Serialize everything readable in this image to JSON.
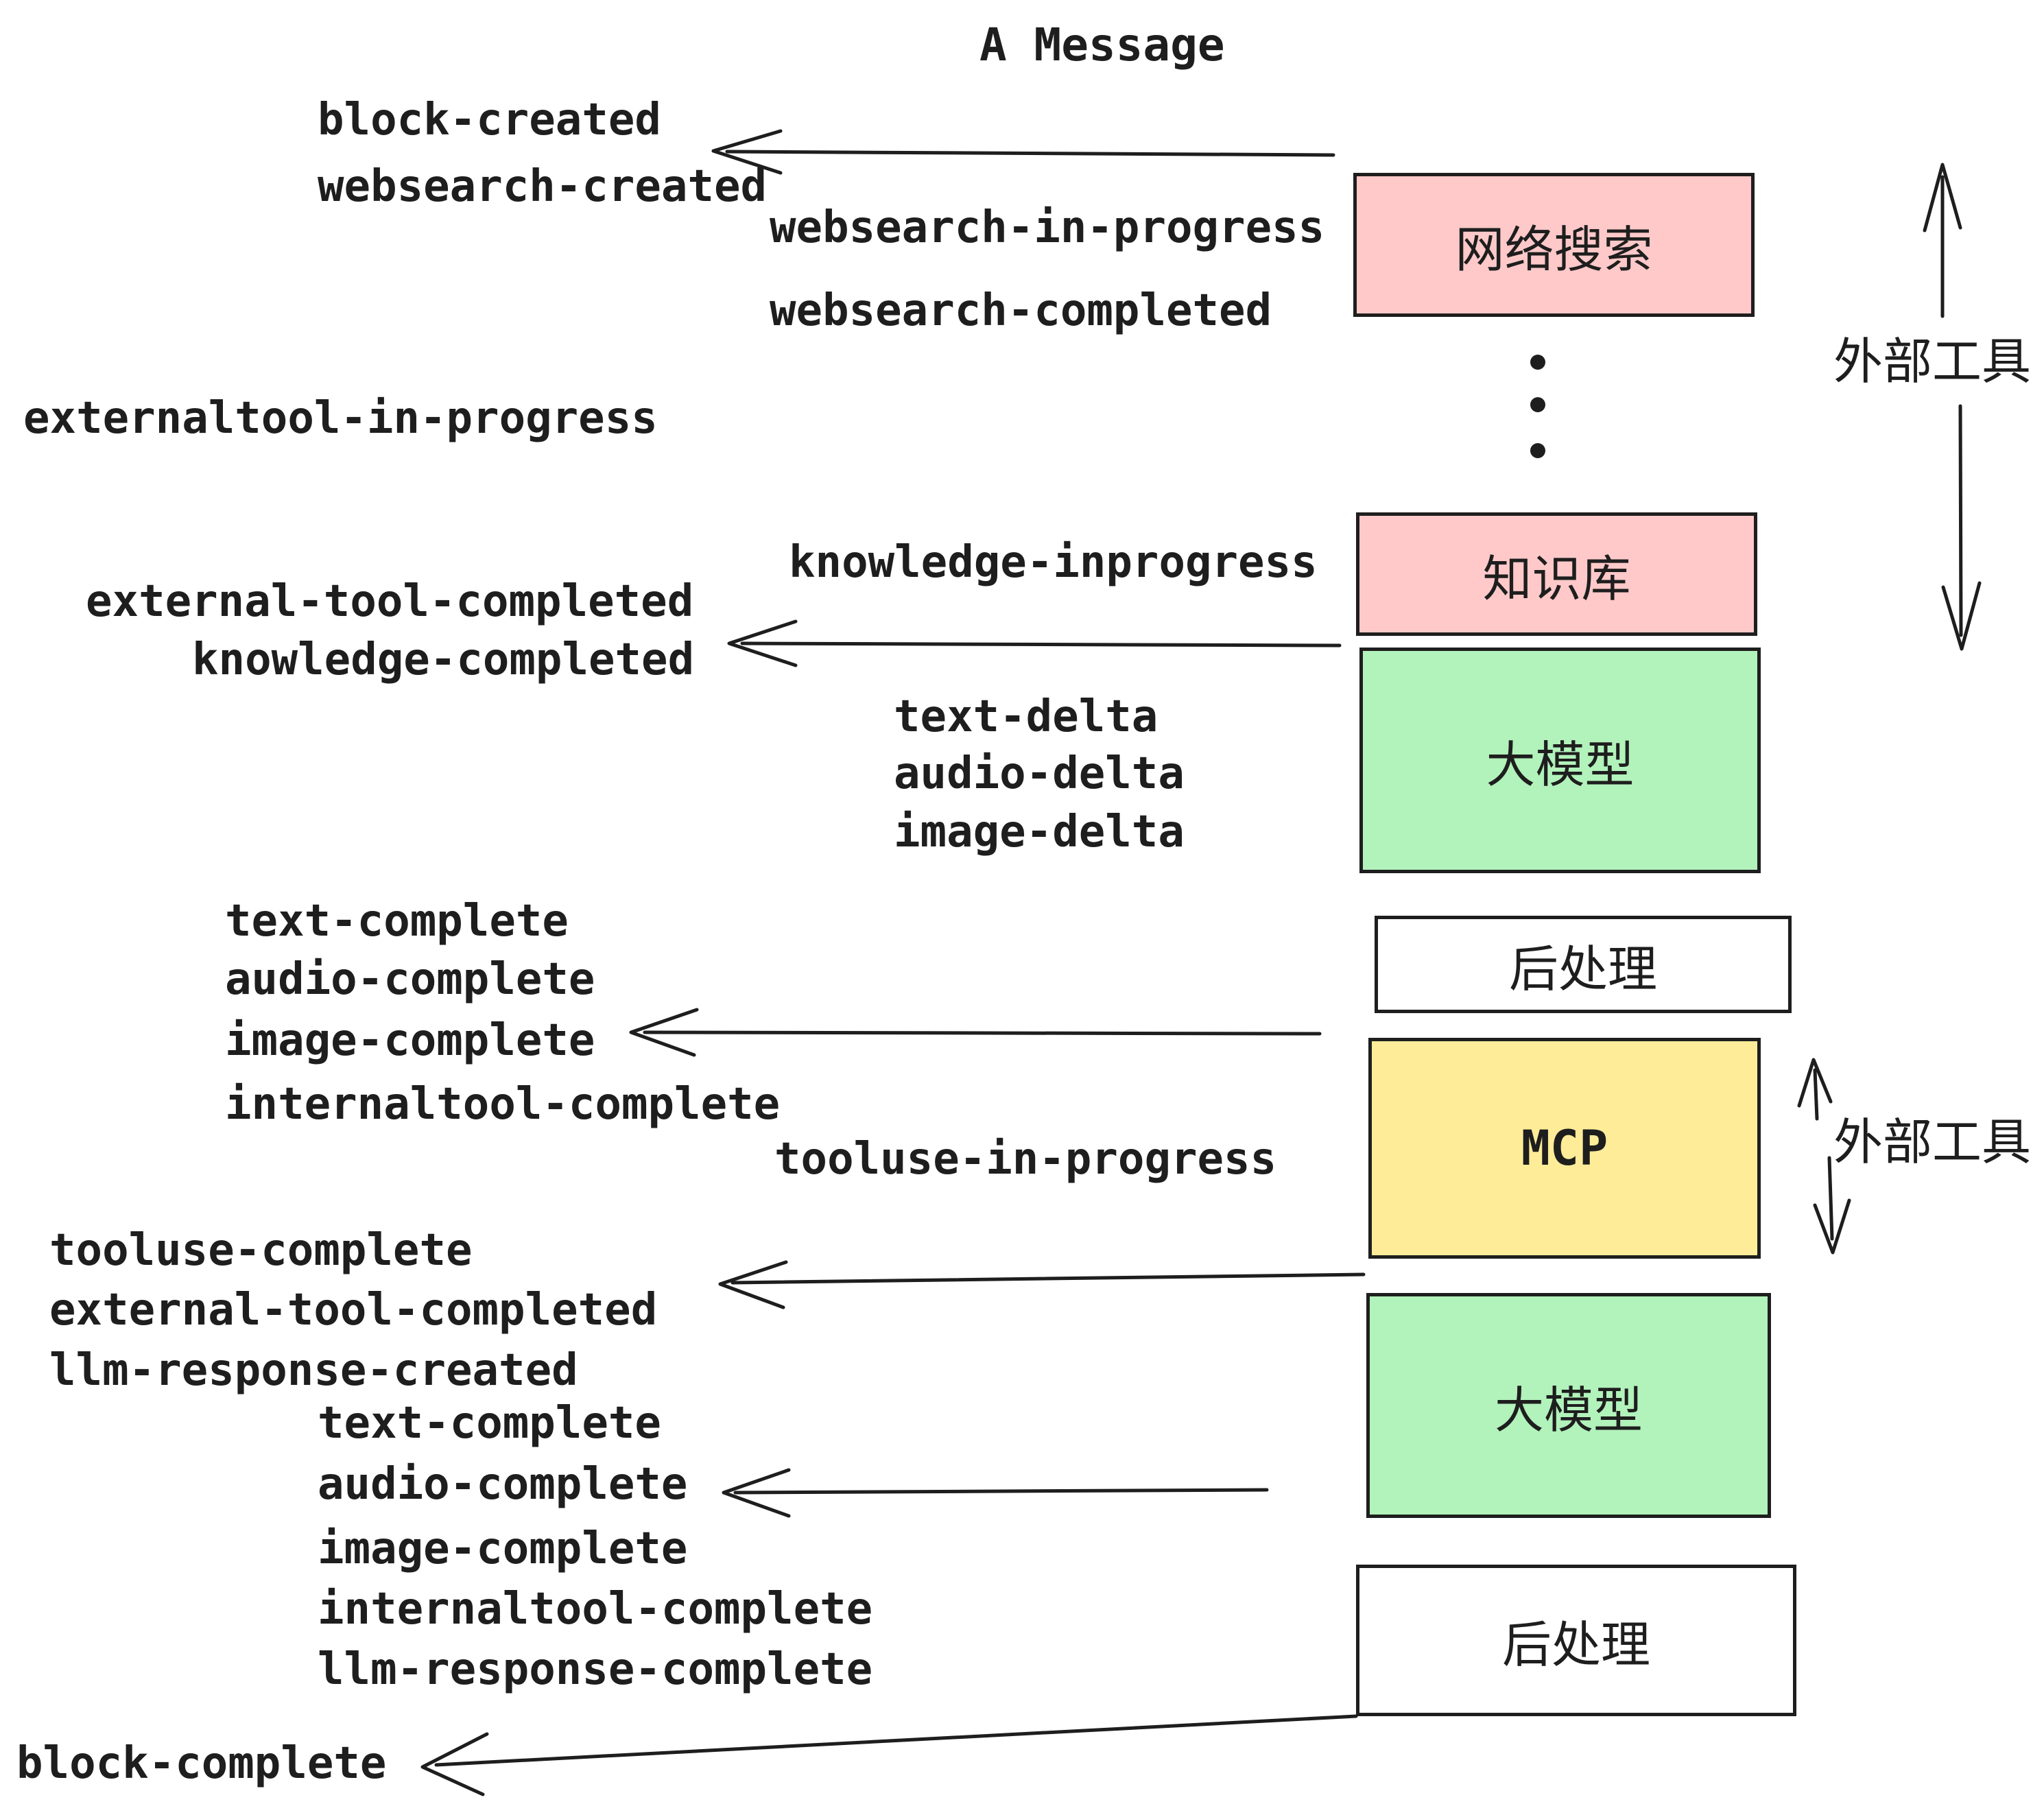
{
  "title": "A Message",
  "events": {
    "block_created": "block-created",
    "websearch_created": "websearch-created",
    "websearch_in_progress": "websearch-in-progress",
    "websearch_completed": "websearch-completed",
    "externaltool_in_progress": "externaltool-in-progress",
    "knowledge_inprogress": "knowledge-inprogress",
    "external_tool_completed": "external-tool-completed",
    "knowledge_completed": "knowledge-completed",
    "text_delta": "text-delta",
    "audio_delta": "audio-delta",
    "image_delta": "image-delta",
    "text_complete": "text-complete",
    "audio_complete": "audio-complete",
    "image_complete": "image-complete",
    "internaltool_complete": "internaltool-complete",
    "tooluse_in_progress": "tooluse-in-progress",
    "tooluse_complete": "tooluse-complete",
    "llm_response_created": "llm-response-created",
    "llm_response_complete": "llm-response-complete",
    "block_complete": "block-complete"
  },
  "boxes": [
    {
      "label": "网络搜索",
      "fill": "#ffc9c9"
    },
    {
      "label": "知识库",
      "fill": "#ffc9c9"
    },
    {
      "label": "大模型",
      "fill": "#b2f2bb"
    },
    {
      "label": "后处理",
      "fill": "#ffffff"
    },
    {
      "label": "MCP",
      "fill": "#ffec99"
    },
    {
      "label": "大模型",
      "fill": "#b2f2bb"
    },
    {
      "label": "后处理",
      "fill": "#ffffff"
    }
  ],
  "side_labels": {
    "external_tools_top": "外部工具",
    "external_tools_mcp": "外部工具"
  },
  "colors": {
    "ink": "#1e1e1e",
    "pink": "#ffc9c9",
    "green": "#b2f2bb",
    "yellow": "#ffec99",
    "white": "#ffffff",
    "background": "#ffffff"
  },
  "icons": {
    "vertical_ellipsis": "⋮"
  }
}
